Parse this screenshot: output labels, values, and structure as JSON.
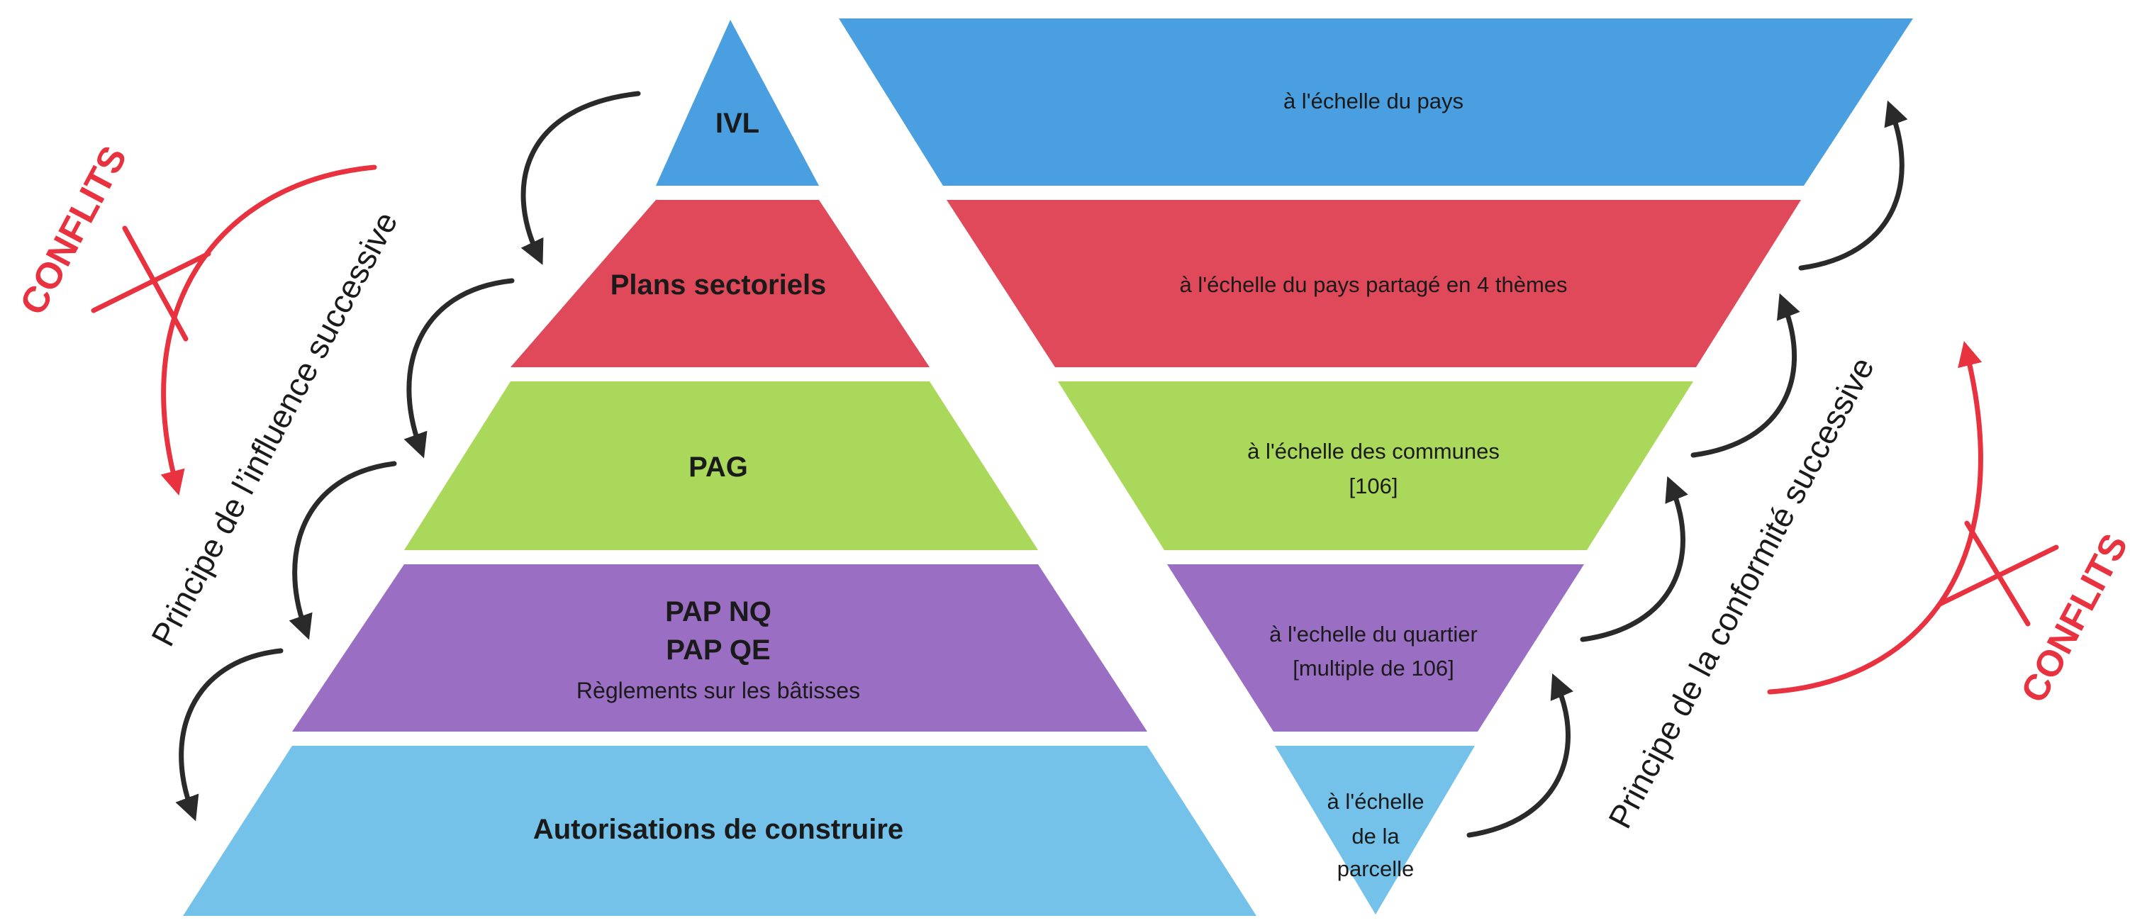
{
  "colors": {
    "blue": "#4a9fe0",
    "red": "#e0495a",
    "green": "#a9d85a",
    "purple": "#9a6fc3",
    "lightblue": "#74c2ea",
    "conflict_red": "#e8323f",
    "arrow": "#2a2a2a"
  },
  "pyramid": {
    "levels": [
      {
        "title": "IVL",
        "color_key": "blue"
      },
      {
        "title": "Plans sectoriels",
        "color_key": "red"
      },
      {
        "title": "PAG",
        "color_key": "green"
      },
      {
        "title": "PAP NQ",
        "title2": "PAP QE",
        "subtitle": "Règlements sur les bâtisses",
        "color_key": "purple"
      },
      {
        "title": "Autorisations de construire",
        "color_key": "lightblue"
      }
    ]
  },
  "inverted": {
    "levels": [
      {
        "text1": "à l'échelle du pays",
        "color_key": "blue"
      },
      {
        "text1": "à l'échelle du pays partagé en 4 thèmes",
        "color_key": "red"
      },
      {
        "text1": "à l'échelle des communes",
        "text2": "[106]",
        "color_key": "green"
      },
      {
        "text1": "à l'echelle du quartier",
        "text2": "[multiple de 106]",
        "color_key": "purple"
      },
      {
        "text1": "à l'échelle",
        "text2": "de la",
        "text3": "parcelle",
        "color_key": "lightblue"
      }
    ]
  },
  "principles": {
    "left": "Principe de l’influence successive",
    "right": "Principe de la conformité successive"
  },
  "conflicts": {
    "left": "CONFLITS",
    "right": "CONFLITS"
  }
}
